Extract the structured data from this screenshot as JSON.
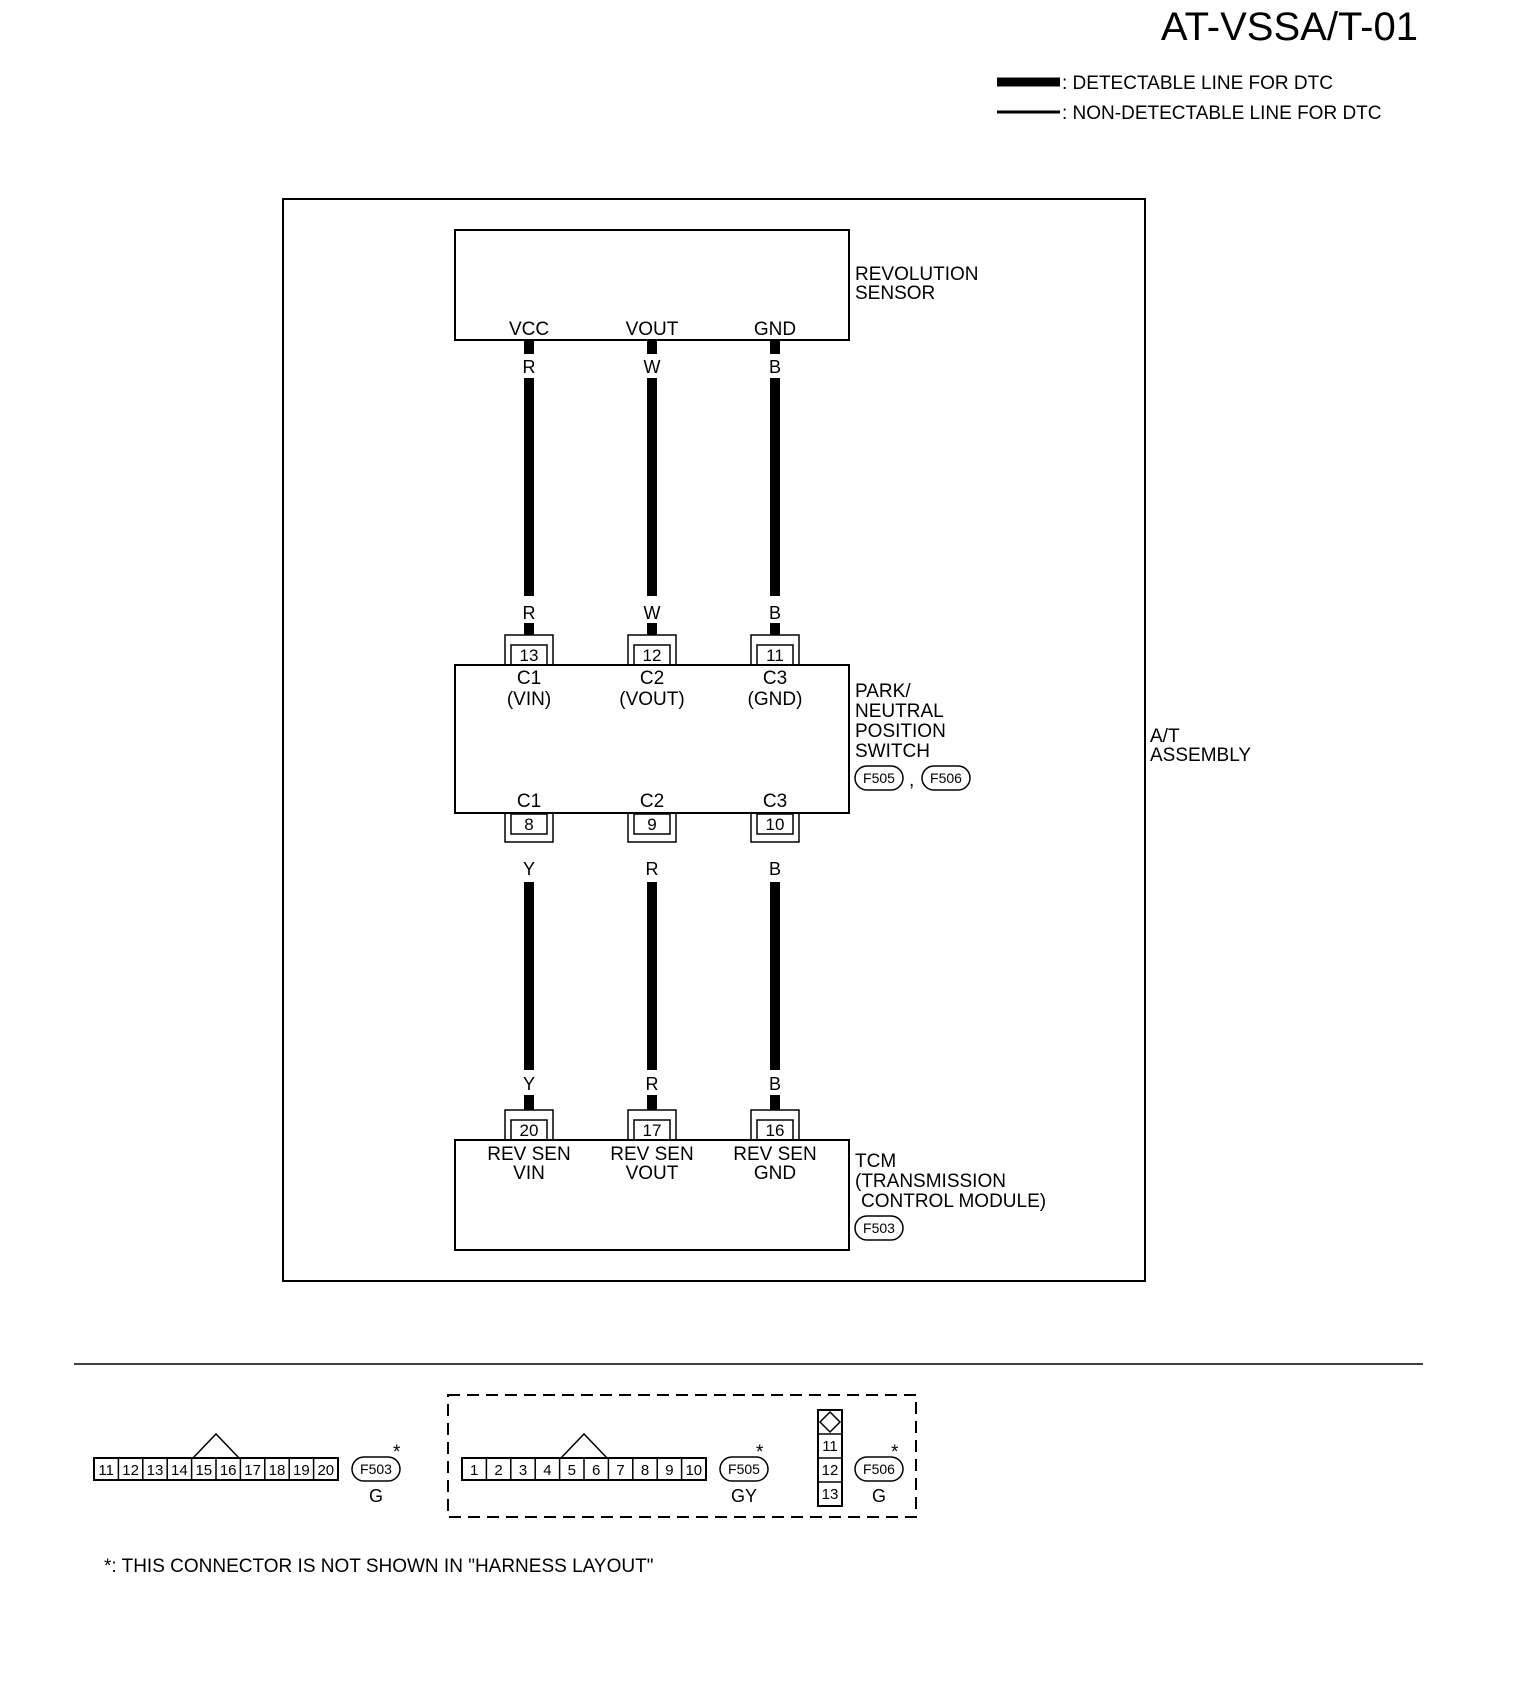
{
  "title": "AT-VSSA/T-01",
  "legend": {
    "detectable": ": DETECTABLE LINE FOR DTC",
    "non_detectable": ": NON-DETECTABLE LINE FOR DTC"
  },
  "assembly_label": [
    "A/T",
    "ASSEMBLY"
  ],
  "revolution_sensor": {
    "name": [
      "REVOLUTION",
      "SENSOR"
    ],
    "terminals": [
      "VCC",
      "VOUT",
      "GND"
    ]
  },
  "upper_wires": [
    "R",
    "W",
    "B"
  ],
  "pnp_switch": {
    "name": [
      "PARK/",
      "NEUTRAL",
      "POSITION",
      "SWITCH"
    ],
    "connectors": [
      "F505",
      "F506"
    ],
    "connector_separator": ",",
    "top_pins": [
      "13",
      "12",
      "11"
    ],
    "top_terminals": [
      "C1",
      "C2",
      "C3"
    ],
    "top_signals": [
      "(VIN)",
      "(VOUT)",
      "(GND)"
    ],
    "bottom_terminals": [
      "C1",
      "C2",
      "C3"
    ],
    "bottom_pins": [
      "8",
      "9",
      "10"
    ]
  },
  "lower_wires": [
    "Y",
    "R",
    "B"
  ],
  "tcm": {
    "name": [
      "TCM",
      "(TRANSMISSION",
      "CONTROL MODULE)"
    ],
    "connector": "F503",
    "pins": [
      "20",
      "17",
      "16"
    ],
    "terminal_line1": [
      "REV SEN",
      "REV SEN",
      "REV SEN"
    ],
    "terminal_line2": [
      "VIN",
      "VOUT",
      "GND"
    ]
  },
  "connector_views": {
    "f503": {
      "pins": [
        "11",
        "12",
        "13",
        "14",
        "15",
        "16",
        "17",
        "18",
        "19",
        "20"
      ],
      "id": "F503",
      "color": "G"
    },
    "f505": {
      "pins": [
        "1",
        "2",
        "3",
        "4",
        "5",
        "6",
        "7",
        "8",
        "9",
        "10"
      ],
      "id": "F505",
      "color": "GY"
    },
    "f506": {
      "pins": [
        "11",
        "12",
        "13"
      ],
      "id": "F506",
      "color": "G"
    },
    "asterisk": "*"
  },
  "footnote": "*: THIS CONNECTOR IS NOT SHOWN IN \"HARNESS LAYOUT\""
}
